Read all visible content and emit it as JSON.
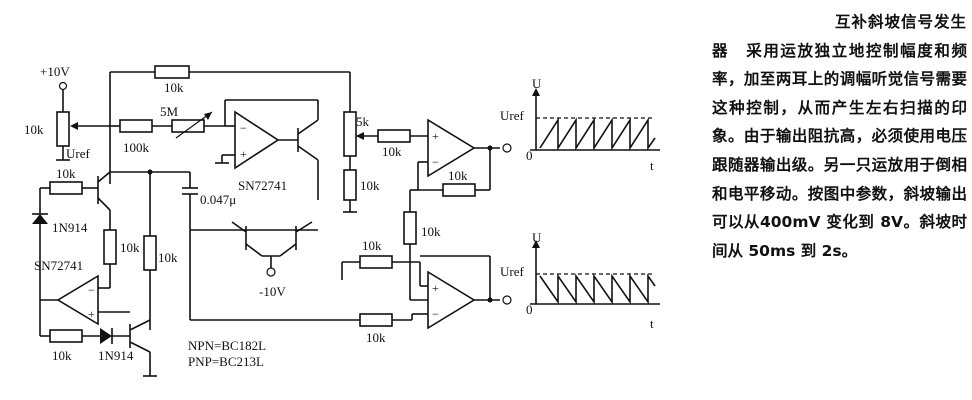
{
  "title": "互补斜坡信号发生",
  "body_text": "器　采用运放独立地控制幅度和频率，加至两耳上的调幅听觉信号需要这种控制，从而产生左右扫描的印象。由于输出阻抗高，必须使用电压跟随器输出级。另一只运放用于倒相和电平移动。按图中参数，斜坡输出可以从400mV 变化到 8V。斜坡时间从 50ms 到 2s。",
  "labels": {
    "plus10v": "+10V",
    "minus10v": "-10V",
    "pot10k": "10k",
    "uref_left": "Uref",
    "r100k": "100k",
    "r5m": "5M",
    "r10k_top": "10k",
    "r5k": "5k",
    "r10k_a": "10k",
    "r10k_b": "10k",
    "r10k_fb1": "10k",
    "r10k_mid": "10k",
    "r10k_inv": "10k",
    "r10k_out2": "10k",
    "sn72741_top": "SN72741",
    "sn72741_left": "SN72741",
    "cap": "0.047μ",
    "r10k_upper_left": "10k",
    "diode1": "1N914",
    "r10k_v1": "10k",
    "r10k_v2": "10k",
    "r10k_bottom": "10k",
    "diode2": "1N914",
    "npn": "NPN=BC182L",
    "pnp": "PNP=BC213L",
    "u1": "U",
    "uref1": "Uref",
    "zero1": "0",
    "t1": "t",
    "u2": "U",
    "uref2": "Uref",
    "zero2": "0",
    "t2": "t"
  }
}
